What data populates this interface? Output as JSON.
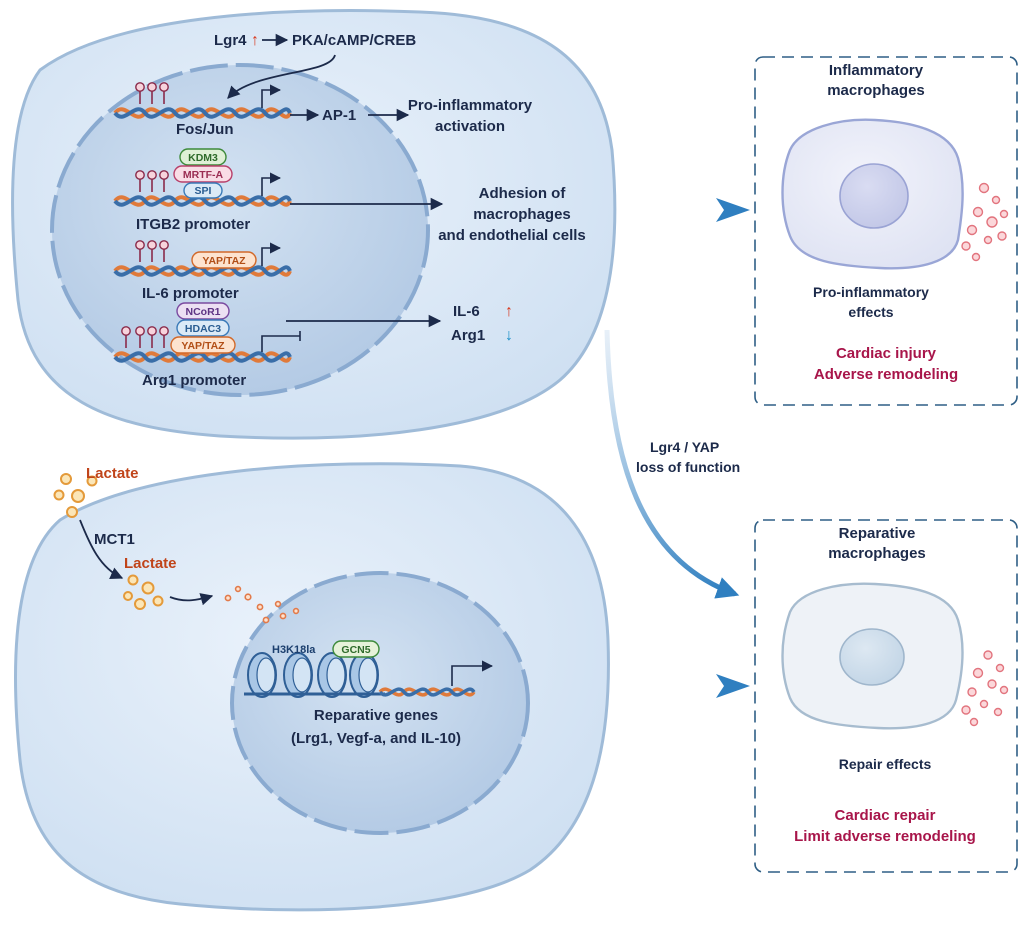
{
  "top_cell": {
    "pathway": {
      "lgr4": "Lgr4",
      "pka": "PKA/cAMP/CREB"
    },
    "fos_jun": {
      "gene": "Fos/Jun",
      "ap1": "AP-1",
      "outcome_line1": "Pro-inflammatory",
      "outcome_line2": "activation"
    },
    "itgb2": {
      "gene": "ITGB2 promoter",
      "factors": [
        "KDM3",
        "MRTF-A",
        "SPI"
      ],
      "outcome_line1": "Adhesion of",
      "outcome_line2": "macrophages",
      "outcome_line3": "and endothelial cells"
    },
    "il6": {
      "gene": "IL-6 promoter",
      "factor": "YAP/TAZ"
    },
    "arg1": {
      "gene": "Arg1 promoter",
      "factors": [
        "NCoR1",
        "HDAC3",
        "YAP/TAZ"
      ],
      "out_il6": "IL-6",
      "out_arg1": "Arg1",
      "up_arrow": "↑",
      "down_arrow": "↓"
    }
  },
  "bottom_cell": {
    "lactate_outside": "Lactate",
    "transporter": "MCT1",
    "lactate_inside": "Lactate",
    "histone_mark": "H3K18la",
    "enzyme": "GCN5",
    "genes_line1": "Reparative genes",
    "genes_line2": "(Lrg1, Vegf-a, and IL-10)"
  },
  "middle_label": {
    "line1": "Lgr4 / YAP",
    "line2": "loss of function"
  },
  "panel_top": {
    "title_line1": "Inflammatory",
    "title_line2": "macrophages",
    "effect_line1": "Pro-inflammatory",
    "effect_line2": "effects",
    "outcome_line1": "Cardiac injury",
    "outcome_line2": "Adverse remodeling"
  },
  "panel_bottom": {
    "title_line1": "Reparative",
    "title_line2": "macrophages",
    "effect_line1": "Repair effects",
    "outcome_line1": "Cardiac repair",
    "outcome_line2": "Limit adverse remodeling"
  },
  "colors": {
    "cell_fill": "#dbe8f6",
    "cell_stroke": "#9fbbd8",
    "nucleus_fill": "#c3d6ec",
    "outcome_red": "#a8154a",
    "arrow_blue": "#2f7fc0",
    "dna_orange": "#e07a3a",
    "dna_blue": "#3a6ea8"
  },
  "icons": [
    "up-arrow-icon",
    "down-arrow-icon",
    "methylation-lollipop-icon",
    "promoter-arrow-icon",
    "nucleosome-icon"
  ]
}
